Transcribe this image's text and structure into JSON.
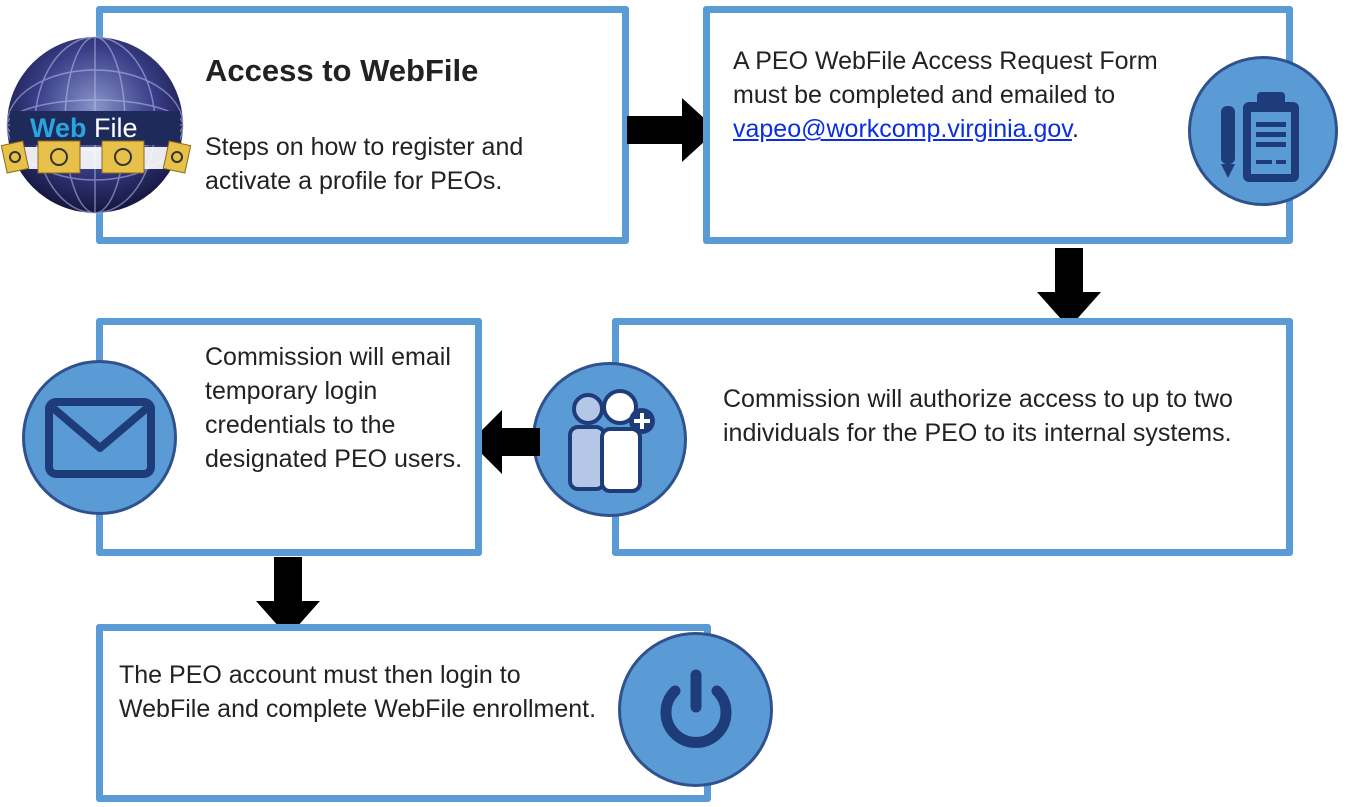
{
  "step1": {
    "title": "Access to WebFile",
    "text": "Steps on how to register and activate a profile for PEOs.",
    "logo_text_web": "Web",
    "logo_text_file": "File"
  },
  "step2": {
    "text_before": "A PEO WebFile Access Request Form must be completed and emailed to",
    "email": "vapeo@workcomp.virginia.gov",
    "text_after": "."
  },
  "step3": {
    "text": "Commission will authorize access to up to two individuals for the PEO to its internal systems."
  },
  "step4": {
    "text": "Commission will email temporary login credentials to the designated PEO users."
  },
  "step5": {
    "text": "The PEO account must then login to WebFile and complete WebFile enrollment."
  },
  "colors": {
    "box_border": "#5b9bd5",
    "circle_fill": "#5b9bd5",
    "icon_navy": "#1f3c7a",
    "arrow": "#000000"
  },
  "icons": [
    "webfile-logo-icon",
    "clipboard-icon",
    "add-user-icon",
    "envelope-icon",
    "power-icon"
  ]
}
